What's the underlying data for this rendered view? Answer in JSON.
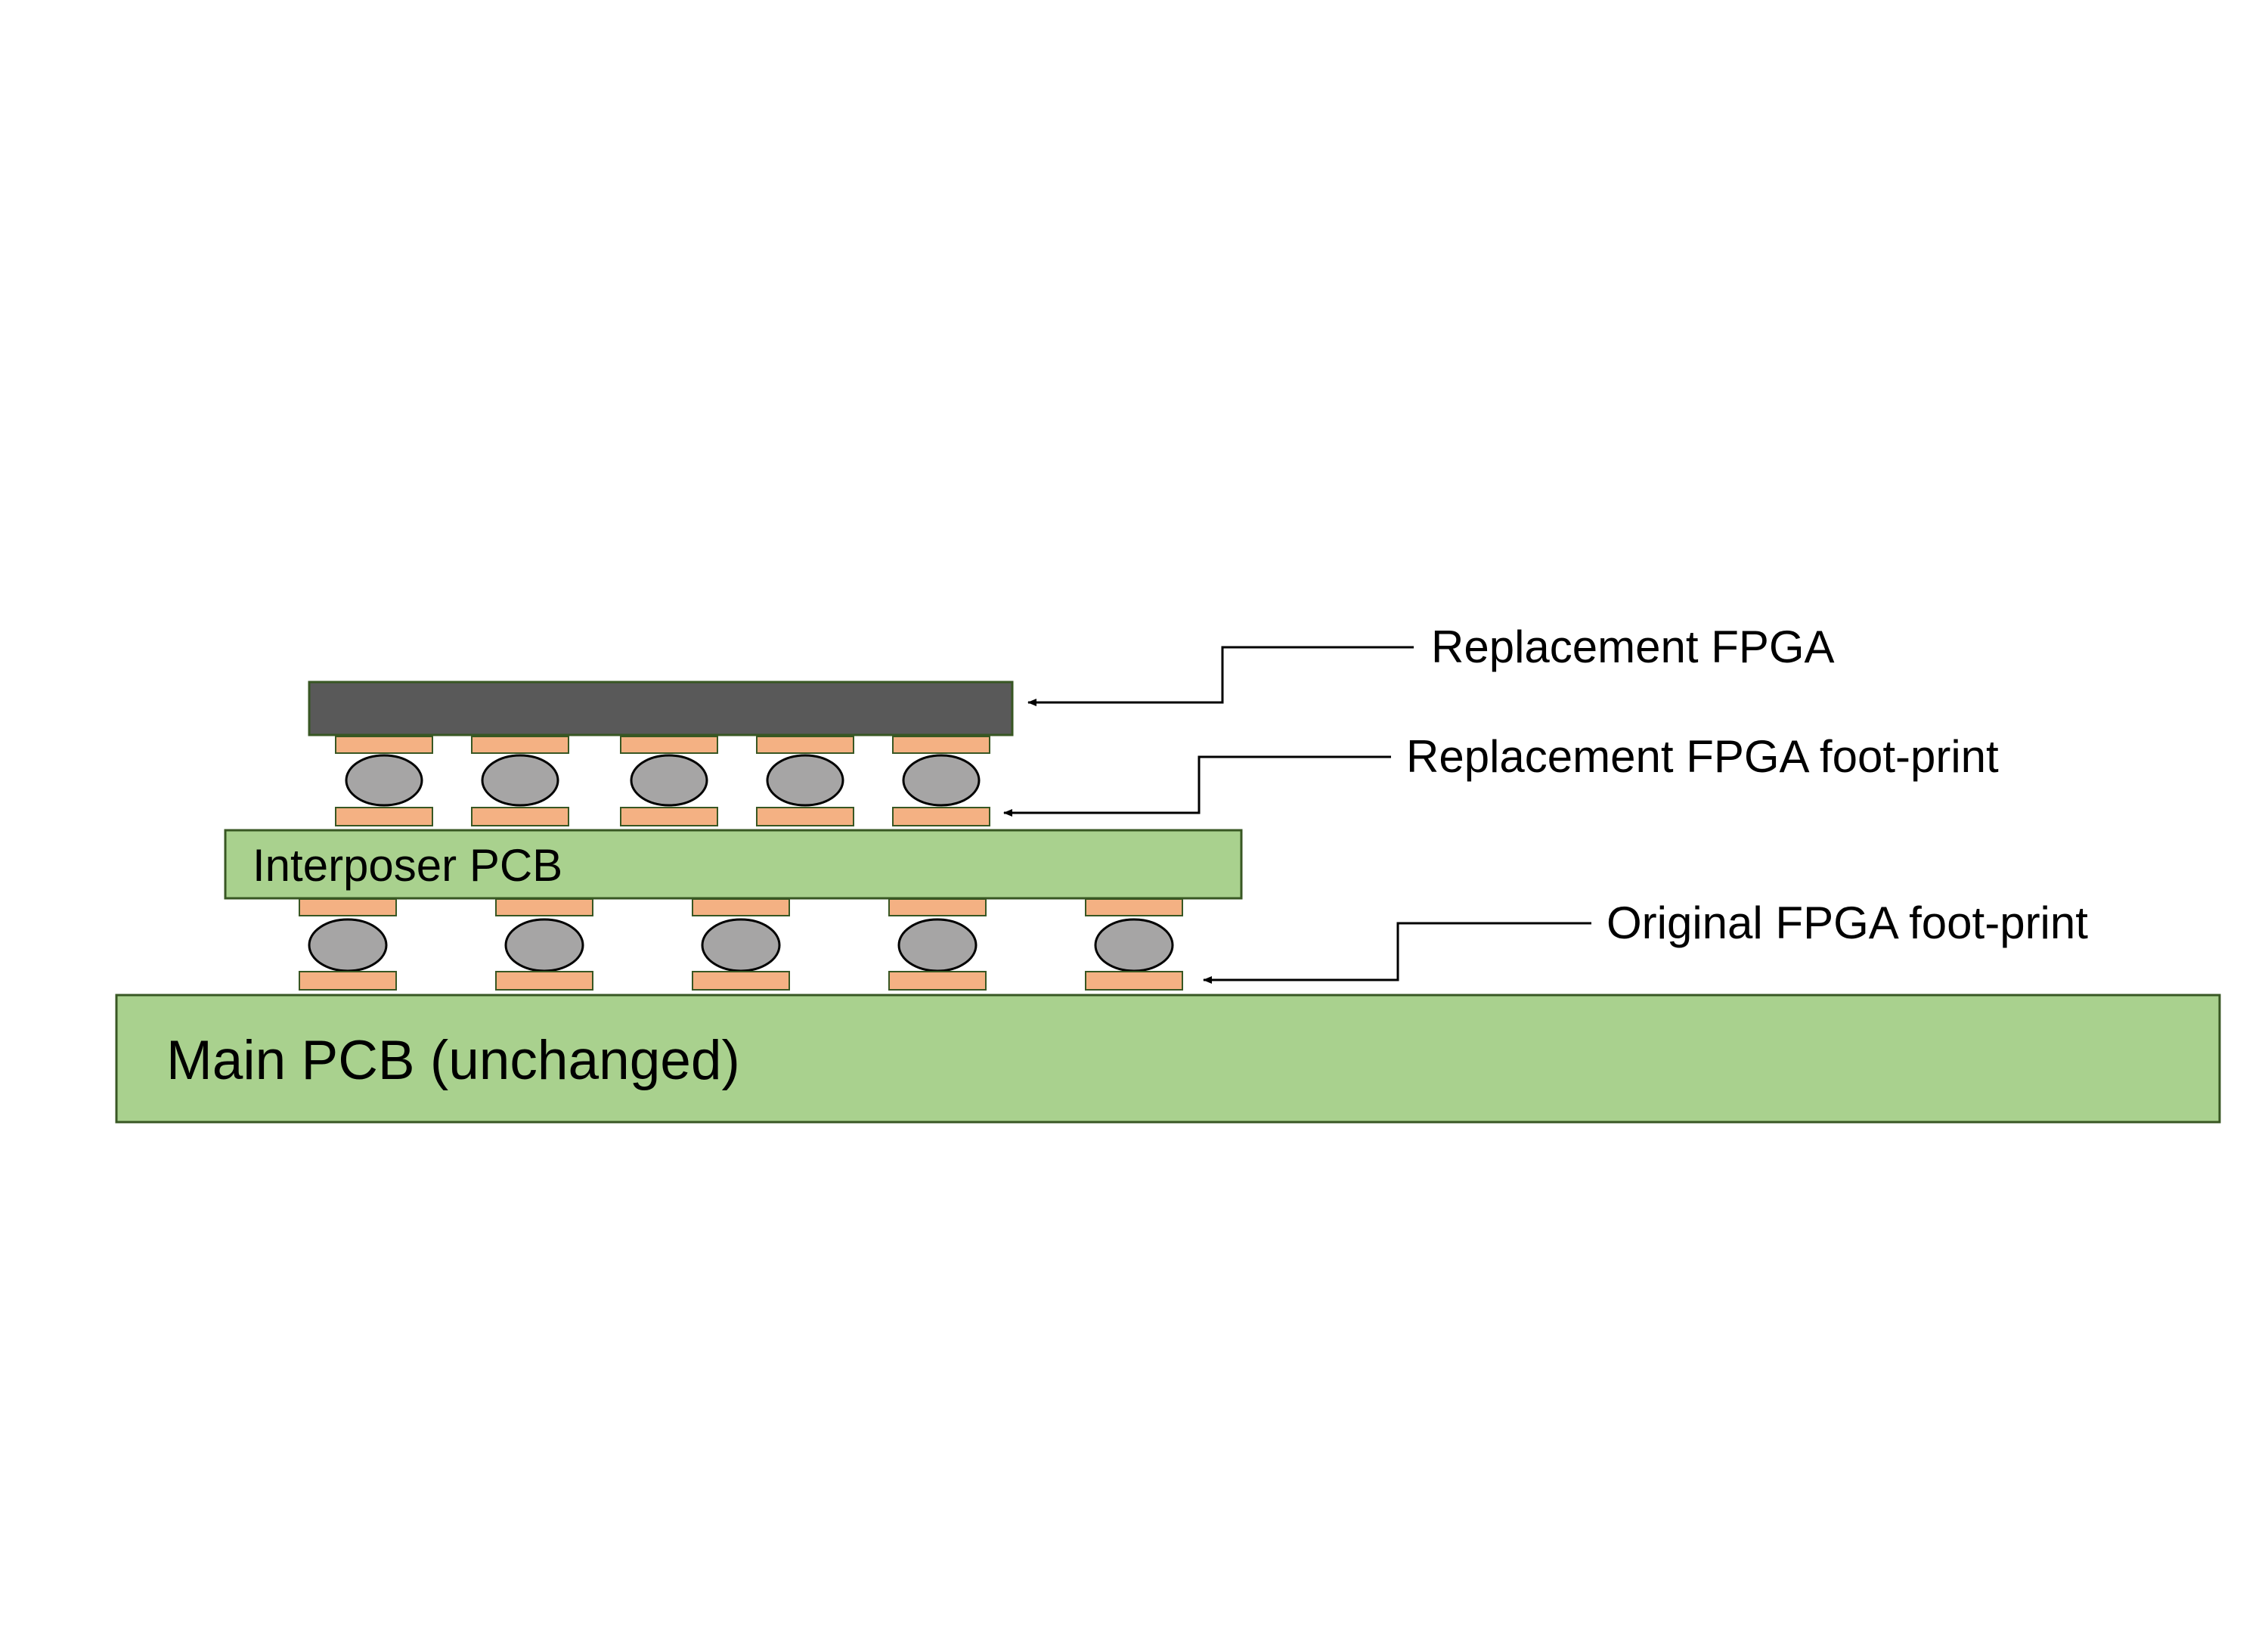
{
  "labels": {
    "replacement_fpga": "Replacement FPGA",
    "replacement_footprint": "Replacement FPGA foot-print",
    "original_footprint": "Original FPGA foot-print",
    "interposer": "Interposer PCB",
    "main_pcb": "Main PCB (unchanged)"
  },
  "colors": {
    "pcb_fill": "#a9d18e",
    "pcb_stroke": "#385723",
    "fpga_fill": "#595959",
    "pad_fill": "#f4b183",
    "ball_fill": "#a6a5a5",
    "line": "#000000"
  },
  "upper_ball_count": 5,
  "lower_ball_count": 5
}
